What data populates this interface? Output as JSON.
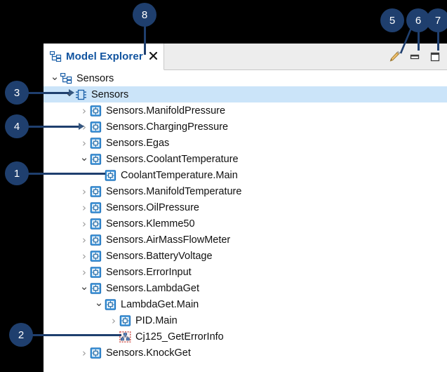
{
  "window": {
    "tab": {
      "label": "Model Explorer",
      "icon": "model-explorer-icon",
      "close_label": "✖"
    },
    "toolbar": [
      {
        "name": "pencil-icon",
        "title": "Edit"
      },
      {
        "name": "minimize-icon",
        "title": "Minimize"
      },
      {
        "name": "maximize-icon",
        "title": "Maximize"
      }
    ],
    "colors": {
      "tab_text": "#10539f",
      "tab_strip_bg": "#ededed",
      "selection_bg": "#cbe4f9",
      "callout_bg": "#1f3f6e",
      "error_icon_border": "#c5332c"
    }
  },
  "tree": [
    {
      "label": "Sensors",
      "depth": 0,
      "twisty": "open",
      "icon": "model-root-icon",
      "selected": false
    },
    {
      "label": "Sensors",
      "depth": 1,
      "twisty": "open",
      "icon": "component-icon",
      "selected": true
    },
    {
      "label": "Sensors.ManifoldPressure",
      "depth": 2,
      "twisty": "closed",
      "icon": "block-icon",
      "selected": false
    },
    {
      "label": "Sensors.ChargingPressure",
      "depth": 2,
      "twisty": "closed",
      "icon": "block-icon",
      "selected": false
    },
    {
      "label": "Sensors.Egas",
      "depth": 2,
      "twisty": "closed",
      "icon": "block-icon",
      "selected": false
    },
    {
      "label": "Sensors.CoolantTemperature",
      "depth": 2,
      "twisty": "open",
      "icon": "block-icon",
      "selected": false
    },
    {
      "label": "CoolantTemperature.Main",
      "depth": 3,
      "twisty": "none",
      "icon": "block-icon",
      "selected": false
    },
    {
      "label": "Sensors.ManifoldTemperature",
      "depth": 2,
      "twisty": "closed",
      "icon": "block-icon",
      "selected": false
    },
    {
      "label": "Sensors.OilPressure",
      "depth": 2,
      "twisty": "closed",
      "icon": "block-icon",
      "selected": false
    },
    {
      "label": "Sensors.Klemme50",
      "depth": 2,
      "twisty": "closed",
      "icon": "block-icon",
      "selected": false
    },
    {
      "label": "Sensors.AirMassFlowMeter",
      "depth": 2,
      "twisty": "closed",
      "icon": "block-icon",
      "selected": false
    },
    {
      "label": "Sensors.BatteryVoltage",
      "depth": 2,
      "twisty": "closed",
      "icon": "block-icon",
      "selected": false
    },
    {
      "label": "Sensors.ErrorInput",
      "depth": 2,
      "twisty": "closed",
      "icon": "block-icon",
      "selected": false
    },
    {
      "label": "Sensors.LambdaGet",
      "depth": 2,
      "twisty": "open",
      "icon": "block-icon",
      "selected": false
    },
    {
      "label": "LambdaGet.Main",
      "depth": 3,
      "twisty": "open",
      "icon": "block-icon",
      "selected": false
    },
    {
      "label": "PID.Main",
      "depth": 4,
      "twisty": "closed",
      "icon": "block-icon",
      "selected": false
    },
    {
      "label": "Cj125_GetErrorInfo",
      "depth": 4,
      "twisty": "none",
      "icon": "error-node-icon",
      "selected": false
    },
    {
      "label": "Sensors.KnockGet",
      "depth": 2,
      "twisty": "closed",
      "icon": "block-icon",
      "selected": false
    }
  ],
  "callouts": [
    {
      "number": "1",
      "target": "coolant-temperature-main-row"
    },
    {
      "number": "2",
      "target": "cj125-geterrorinfo-row"
    },
    {
      "number": "3",
      "target": "sensors-component-row"
    },
    {
      "number": "4",
      "target": "sensors-chargingpressure-row"
    },
    {
      "number": "5",
      "target": "pencil-icon"
    },
    {
      "number": "6",
      "target": "minimize-icon"
    },
    {
      "number": "7",
      "target": "maximize-icon"
    },
    {
      "number": "8",
      "target": "tab-close-button"
    }
  ]
}
